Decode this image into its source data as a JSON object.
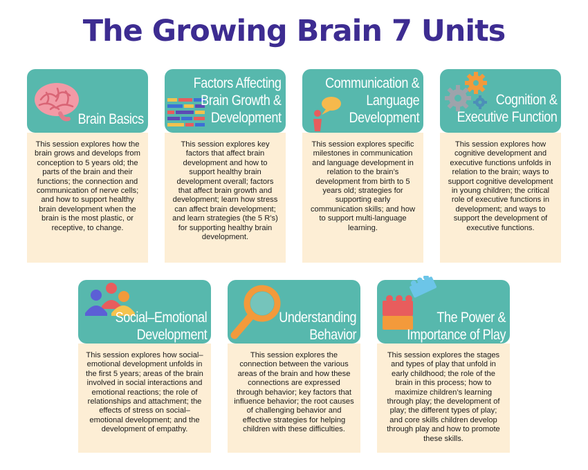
{
  "page": {
    "title": "The Growing Brain 7 Units"
  },
  "units": [
    {
      "title_lines": [
        "Brain Basics"
      ],
      "icon": "brain-icon",
      "description": "This session explores how the brain grows and develops from conception to 5 years old; the parts of the brain and their functions; the connection and communication of nerve cells; and how to support healthy brain development when the brain is the most plastic, or receptive, to change."
    },
    {
      "title_lines": [
        "Factors Affecting",
        "Brain Growth &",
        "Development"
      ],
      "icon": "color-bars-icon",
      "description": "This session explores key factors that affect brain development and how to support healthy brain development overall; factors that affect brain growth and development; learn how stress can affect brain development; and learn strategies (the 5 R’s) for supporting healthy brain development."
    },
    {
      "title_lines": [
        "Communication &",
        "Language",
        "Development"
      ],
      "icon": "speech-person-icon",
      "description": "This session explores specific milestones in communication and language development in relation to the brain’s development from birth to 5 years old; strategies for supporting early communication skills; and how to support multi-language learning."
    },
    {
      "title_lines": [
        "Cognition &",
        "Executive Function"
      ],
      "icon": "gears-icon",
      "description": "This session explores how cognitive development and executive functions unfolds in relation to the brain; ways to support cognitive development in young children; the critical role of executive functions in development; and ways to support the development of executive functions."
    },
    {
      "title_lines": [
        "Social–Emotional",
        "Development"
      ],
      "icon": "people-icon",
      "description": "This session explores how social–emotional development unfolds in the first 5 years; areas of the brain involved in social interactions and emotional reactions; the role of relationships and attachment; the effects of stress on social–emotional development; and the development of empathy."
    },
    {
      "title_lines": [
        "Understanding",
        "Behavior"
      ],
      "icon": "magnifier-icon",
      "description": "This session explores the connection between the various areas of the brain and how these connections are expressed through behavior; key factors that influence behavior; the root causes of challenging behavior and effective strategies for helping children with these difficulties."
    },
    {
      "title_lines": [
        "The Power &",
        "Importance of Play"
      ],
      "icon": "building-blocks-icon",
      "description": "This session explores the stages and types of play that unfold in early childhood; the role of the brain in this process; how to maximize children’s learning through play; the development of play; the different types of play; and core skills children develop through play and how to promote these skills."
    }
  ],
  "colors": {
    "title": "#3d2c91",
    "card_header": "#57b8ad",
    "card_body": "#fdeed5",
    "card_text": "#1a1a1a",
    "header_text": "#ffffff"
  }
}
